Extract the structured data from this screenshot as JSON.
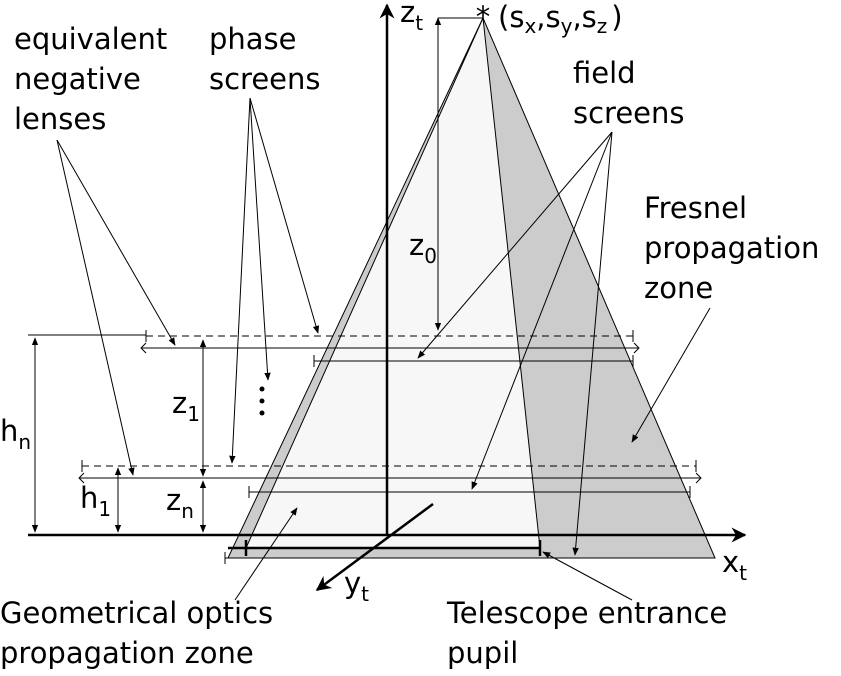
{
  "labels": {
    "equivalent_lenses": [
      "equivalent",
      "negative",
      "lenses"
    ],
    "phase_screens": [
      "phase",
      "screens"
    ],
    "field_screens": [
      "field",
      "screens"
    ],
    "fresnel_zone": [
      "Fresnel",
      "propagation",
      "zone"
    ],
    "geometrical_zone": [
      "Geometrical optics",
      "propagation zone"
    ],
    "telescope_pupil": [
      "Telescope entrance",
      "pupil"
    ],
    "source": "(s",
    "source_x": "x",
    "source_sep1": ",s",
    "source_y": "y",
    "source_sep2": ",s",
    "source_z": "z",
    "source_close": ")",
    "z_axis": "z",
    "z_axis_sub": "t",
    "x_axis": "x",
    "x_axis_sub": "t",
    "y_axis": "y",
    "y_axis_sub": "t",
    "z0": "z",
    "z0_sub": "0",
    "z1": "z",
    "z1_sub": "1",
    "zn": "z",
    "zn_sub": "n",
    "hn": "h",
    "hn_sub": "n",
    "h1": "h",
    "h1_sub": "1",
    "source_marker": "*"
  },
  "colors": {
    "fresnel_fill": "#cccccc",
    "geometric_fill": "#f7f7f7",
    "stroke": "#000000"
  }
}
